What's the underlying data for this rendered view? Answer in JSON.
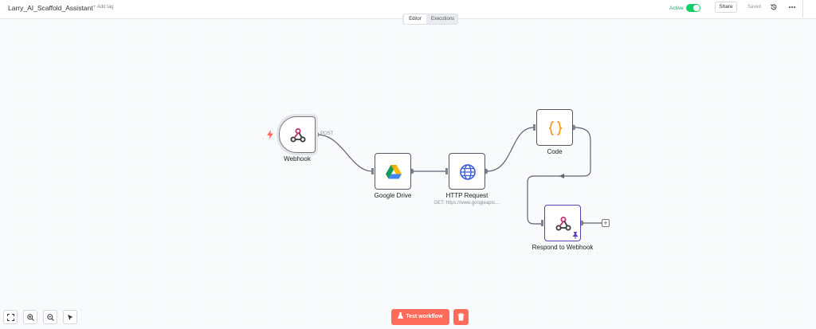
{
  "header": {
    "workflow_name": "Larry_AI_Scaffold_Assistant",
    "add_tag": "+ Add tag",
    "active_label": "Active",
    "active": true,
    "share_label": "Share",
    "saved_label": "Saved",
    "icons": [
      "history-icon",
      "more-icon"
    ]
  },
  "mode_switch": {
    "tabs": [
      {
        "label": "Editor",
        "selected": true
      },
      {
        "label": "Executions",
        "selected": false
      }
    ]
  },
  "nodes": [
    {
      "id": "webhook",
      "label": "Webhook",
      "subtitle": "",
      "icon": "webhook-icon",
      "port_label": "POST"
    },
    {
      "id": "drive",
      "label": "Google Drive",
      "subtitle": "",
      "icon": "google-drive-icon"
    },
    {
      "id": "http",
      "label": "HTTP Request",
      "subtitle": "GET: https://www.googleapis....",
      "icon": "globe-icon"
    },
    {
      "id": "code",
      "label": "Code",
      "subtitle": "",
      "icon": "code-braces-icon"
    },
    {
      "id": "respond",
      "label": "Respond to Webhook",
      "subtitle": "",
      "icon": "webhook-icon",
      "pinned": true
    }
  ],
  "connections": [
    [
      "webhook",
      "drive"
    ],
    [
      "drive",
      "http"
    ],
    [
      "http",
      "code"
    ],
    [
      "code",
      "respond"
    ]
  ],
  "canvas_controls": [
    "fit-view-icon",
    "zoom-in-icon",
    "zoom-out-icon",
    "tidy-up-icon"
  ],
  "footer": {
    "test_label": "Test workflow",
    "delete_icon": "trash-icon"
  },
  "colors": {
    "accent": "#ff6d5a",
    "active_green": "#13ce66",
    "code_orange": "#ff9922",
    "http_blue": "#3a5bd9",
    "webhook_pink": "#c4306b"
  }
}
